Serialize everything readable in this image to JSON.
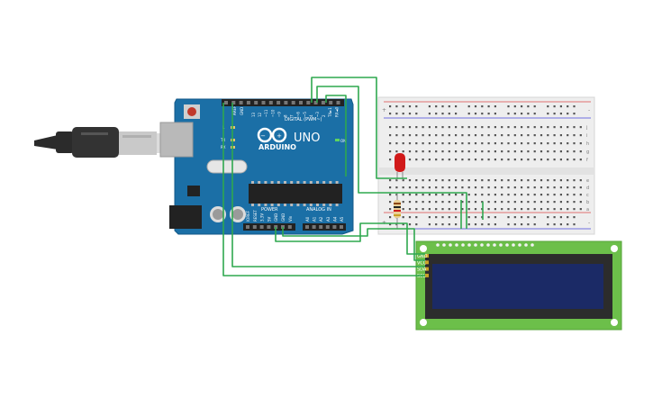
{
  "arduino": {
    "brand": "ARDUINO",
    "model": "UNO",
    "digital_label": "DIGITAL (PWM~)",
    "power_label": "POWER",
    "analog_label": "ANALOG IN",
    "on_label": "ON",
    "tx_label": "TX",
    "rx_label": "RX",
    "l_label": "L",
    "aref_label": "AREF",
    "gnd_label": "GND",
    "digital_pins": [
      "13",
      "12",
      "~11",
      "~10",
      "~9",
      "8",
      "7",
      "~6",
      "~5",
      "4",
      "~3",
      "2",
      "TX►1",
      "RX◄0"
    ],
    "power_pins": [
      "IOREF",
      "RESET",
      "3.3V",
      "5V",
      "GND",
      "GND",
      "Vin"
    ],
    "analog_pins": [
      "A0",
      "A1",
      "A2",
      "A3",
      "A4",
      "A5"
    ]
  },
  "breadboard": {
    "plus": "+",
    "minus": "-",
    "row_letters_top": [
      "j",
      "i",
      "h",
      "g",
      "f"
    ],
    "row_letters_bottom": [
      "e",
      "d",
      "c",
      "b",
      "a"
    ]
  },
  "lcd": {
    "pin_labels": [
      "GND",
      "VCC",
      "SDA",
      "SCL"
    ]
  },
  "colors": {
    "arduino_board": "#1b6fa6",
    "wire": "#2fa84f",
    "lcd_pcb": "#6cbf4a",
    "lcd_screen": "#1b2a66",
    "led": "#d11a1a",
    "breadboard": "#eeeeee"
  }
}
